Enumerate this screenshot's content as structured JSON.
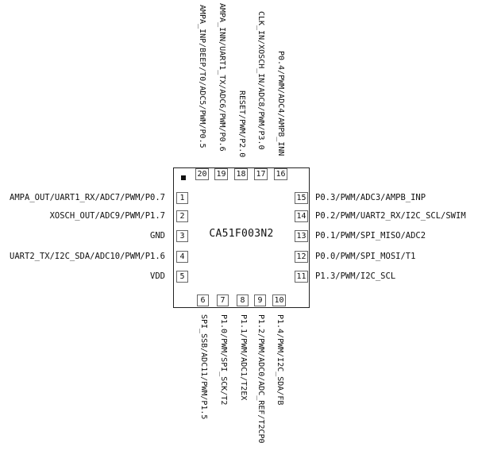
{
  "chip": {
    "name": "CA51F003N2"
  },
  "pins": {
    "left": [
      {
        "num": "1",
        "label": "AMPA_OUT/UART1_RX/ADC7/PWM/P0.7"
      },
      {
        "num": "2",
        "label": "XOSCH_OUT/ADC9/PWM/P1.7"
      },
      {
        "num": "3",
        "label": "GND"
      },
      {
        "num": "4",
        "label": "UART2_TX/I2C_SDA/ADC10/PWM/P1.6"
      },
      {
        "num": "5",
        "label": "VDD"
      }
    ],
    "right": [
      {
        "num": "15",
        "label": "P0.3/PWM/ADC3/AMPB_INP"
      },
      {
        "num": "14",
        "label": "P0.2/PWM/UART2_RX/I2C_SCL/SWIM"
      },
      {
        "num": "13",
        "label": "P0.1/PWM/SPI_MISO/ADC2"
      },
      {
        "num": "12",
        "label": "P0.0/PWM/SPI_MOSI/T1"
      },
      {
        "num": "11",
        "label": "P1.3/PWM/I2C_SCL"
      }
    ],
    "top": [
      {
        "num": "20",
        "label": "AMPA_INP/BEEP/T0/ADC5/PWM/P0.5"
      },
      {
        "num": "19",
        "label": "AMPA_INN/UART1_TX/ADC6/PWM/P0.6"
      },
      {
        "num": "18",
        "label": "RESET/PWM/P2.0"
      },
      {
        "num": "17",
        "label": "CLK_IN/XOSCH_IN/ADC8/PWM/P3.0"
      },
      {
        "num": "16",
        "label": "P0.4/PWM/ADC4/AMPB_INN"
      }
    ],
    "bottom": [
      {
        "num": "6",
        "label": "SPI_SSB/ADC11/PWM/P1.5"
      },
      {
        "num": "7",
        "label": "P1.0/PWM/SPI_SCK/T2"
      },
      {
        "num": "8",
        "label": "P1.1/PWM/ADC1/T2EX"
      },
      {
        "num": "9",
        "label": "P1.2/PWM/ADC0/ADC_REF/T2CP0"
      },
      {
        "num": "10",
        "label": "P1.4/PWM/I2C_SDA/FB"
      }
    ]
  }
}
